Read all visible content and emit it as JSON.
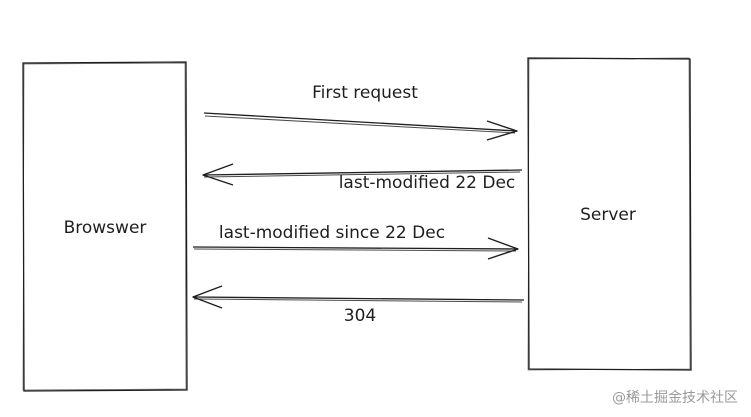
{
  "nodes": {
    "browser": {
      "label": "Browswer"
    },
    "server": {
      "label": "Server"
    }
  },
  "edges": [
    {
      "label": "First request",
      "from": "browser",
      "to": "server"
    },
    {
      "label": "last-modified 22 Dec",
      "from": "server",
      "to": "browser"
    },
    {
      "label": "last-modified since 22 Dec",
      "from": "browser",
      "to": "server"
    },
    {
      "label": "304",
      "from": "server",
      "to": "browser"
    }
  ],
  "watermark": {
    "text": "@稀土掘金技术社区"
  },
  "colors": {
    "stroke": "#1e1e1e",
    "watermark": "#9a9a9a",
    "background": "#ffffff"
  }
}
